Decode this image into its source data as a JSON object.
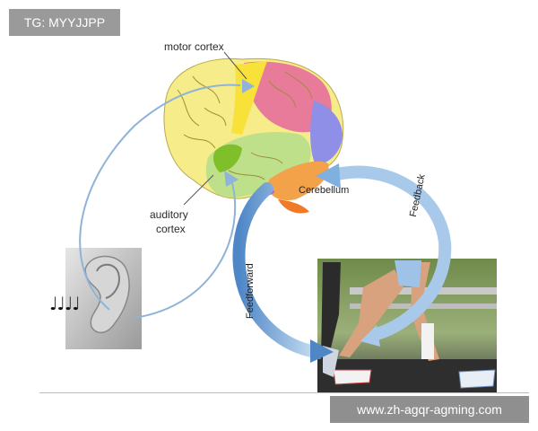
{
  "watermark": {
    "tag": "TG: MYYJJPP",
    "site": "www.zh-agqr-agming.com"
  },
  "labels": {
    "motor_cortex": "motor cortex",
    "auditory_line1": "auditory",
    "auditory_line2": "cortex",
    "cerebellum": "Cerebellum",
    "feedback": "Feedback",
    "feedforward": "Feedforward"
  },
  "music_notes": "♩♩♩♩",
  "icons": [
    "brain-illustration",
    "ear-photo",
    "runners-photo",
    "music-notes"
  ],
  "colors": {
    "brain_yellow": "#f6ec8a",
    "brain_pink": "#e87a9a",
    "brain_green": "#bfe08a",
    "brain_purple": "#8f8fe8",
    "cerebellum_orange": "#f3a24a",
    "arrow_blue": "#5f97d2",
    "arrow_light": "#bcd6ef"
  }
}
